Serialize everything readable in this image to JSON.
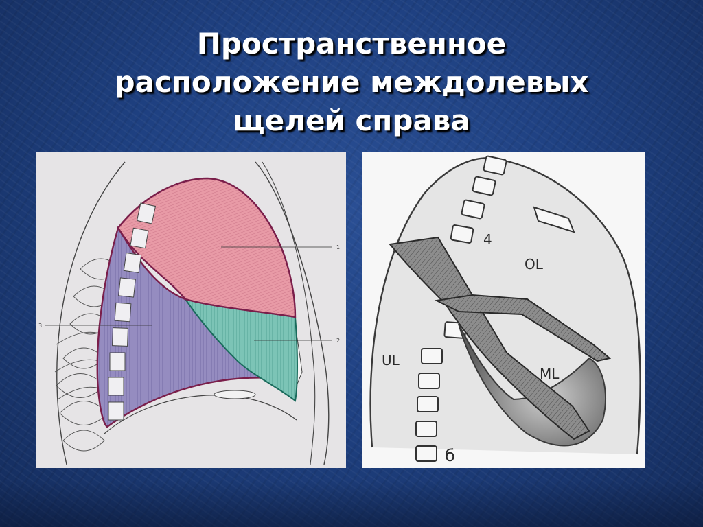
{
  "slide": {
    "title_lines": [
      "Пространственное",
      "расположение междолевых",
      "щелей справа"
    ]
  },
  "left_figure": {
    "callouts": [
      "1",
      "2",
      "3"
    ],
    "colors": {
      "upper_lobe": "#e89aa6",
      "middle_lobe": "#74bcb0",
      "lower_lobe": "#8f86bc",
      "outline": "#7a1e4a"
    }
  },
  "right_figure": {
    "lobe_labels": {
      "upper": "OL",
      "middle": "ML",
      "lower": "UL"
    },
    "rib_numbers": [
      "4",
      "б"
    ]
  }
}
